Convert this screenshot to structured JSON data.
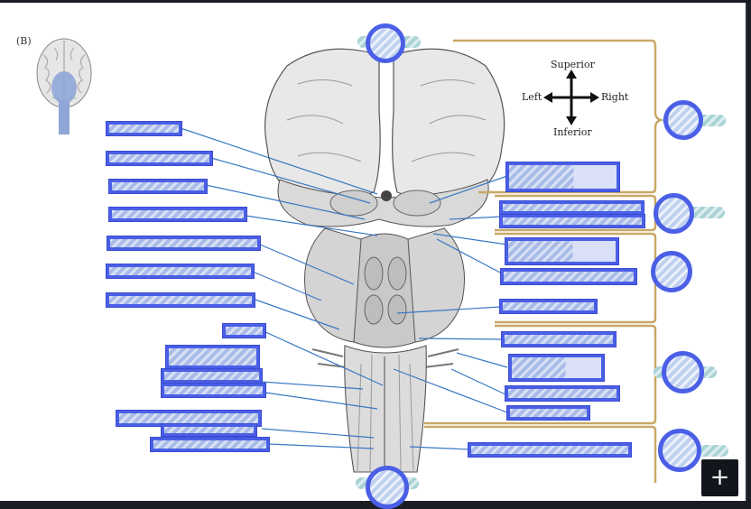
{
  "figure": {
    "panel_letter": "(B)"
  },
  "orientation": {
    "superior": "Superior",
    "inferior": "Inferior",
    "left": "Left",
    "right": "Right"
  },
  "controls": {
    "add_button": "+"
  },
  "colors": {
    "label_box": "#4a5fe6",
    "hotspot": "#4a5fe6",
    "bracket": "#c9a866",
    "leader_line": "#3a78c4"
  },
  "icons": {
    "thumbnail": "brain-thumbnail-icon",
    "compass": "orientation-compass-icon",
    "add": "plus-icon"
  }
}
